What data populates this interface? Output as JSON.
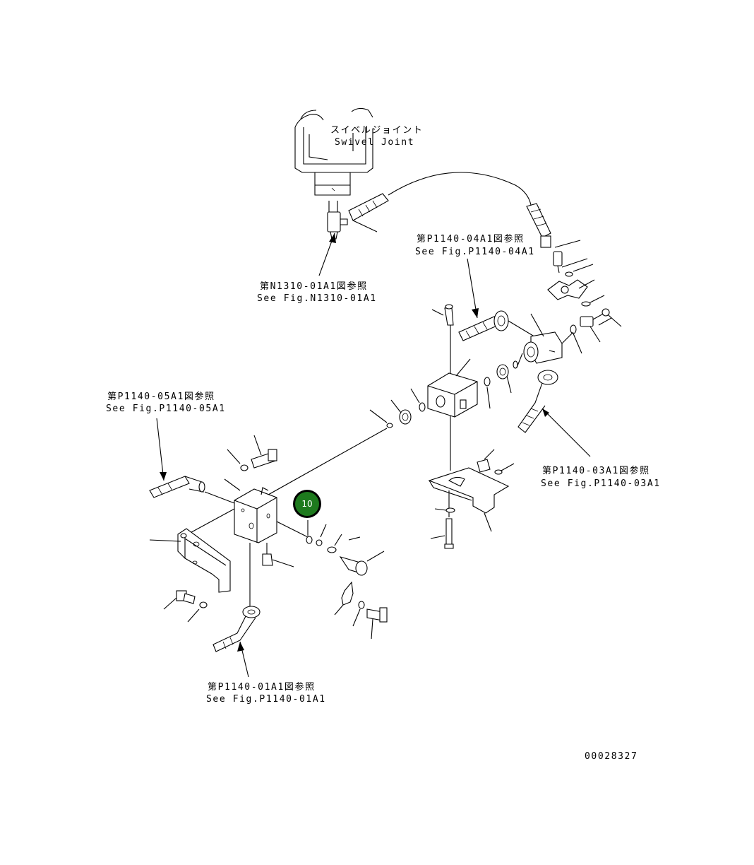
{
  "labels": {
    "swivel_jp": "スイベルジョイント",
    "swivel_en": "Swivel Joint",
    "n1310_jp": "第N1310-01A1図参照",
    "n1310_en": "See Fig.N1310-01A1",
    "p114004_jp": "第P1140-04A1図参照",
    "p114004_en": "See Fig.P1140-04A1",
    "p114005_jp": "第P1140-05A1図参照",
    "p114005_en": "See Fig.P1140-05A1",
    "p114003_jp": "第P1140-03A1図参照",
    "p114003_en": "See Fig.P1140-03A1",
    "p114001_jp": "第P1140-01A1図参照",
    "p114001_en": "See Fig.P1140-01A1",
    "drawing_no": "00028327"
  },
  "callout": {
    "number": "10",
    "color": "#1e7a1e"
  }
}
